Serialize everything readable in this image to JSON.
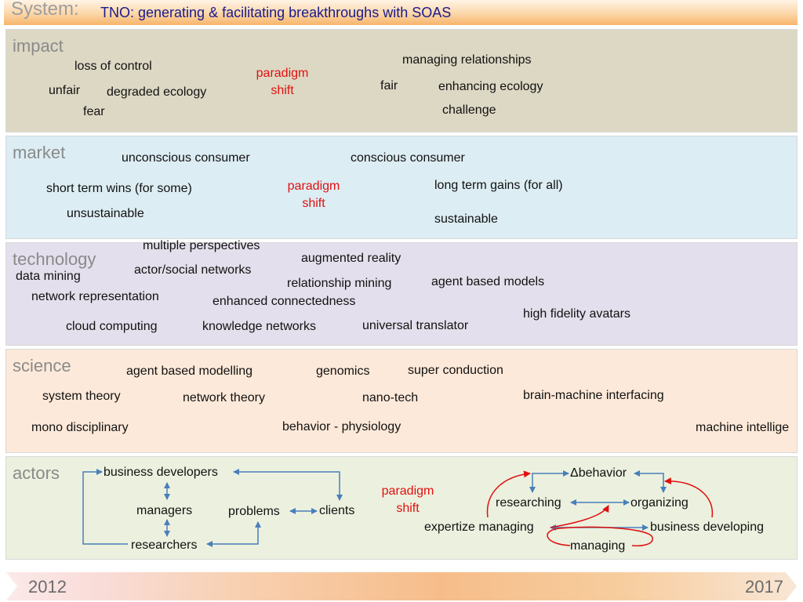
{
  "header": {
    "system_label": "System:",
    "title": "TNO: generating &  facilitating breakthroughs with SOAS"
  },
  "impact": {
    "label": "impact",
    "loss_of_control": "loss of control",
    "unfair": "unfair",
    "degraded_ecology": "degraded ecology",
    "fear": "fear",
    "paradigm": "paradigm",
    "shift": "shift",
    "managing_relationships": "managing relationships",
    "fair": "fair",
    "enhancing_ecology": "enhancing ecology",
    "challenge": "challenge"
  },
  "market": {
    "label": "market",
    "unconscious_consumer": "unconscious consumer",
    "conscious_consumer": "conscious consumer",
    "short_term_wins": "short term wins (for some)",
    "paradigm": "paradigm",
    "shift": "shift",
    "long_term_gains": "long term gains (for all)",
    "unsustainable": "unsustainable",
    "sustainable": "sustainable"
  },
  "technology": {
    "label": "technology",
    "multiple_perspectives": "multiple perspectives",
    "augmented_reality": "augmented reality",
    "data_mining": "data mining",
    "actor_social_networks": "actor/social networks",
    "relationship_mining": "relationship mining",
    "agent_based_models": "agent based models",
    "network_representation": "network representation",
    "enhanced_connectedness": "enhanced connectedness",
    "high_fidelity_avatars": "high fidelity avatars",
    "cloud_computing": "cloud computing",
    "knowledge_networks": "knowledge networks",
    "universal_translator": "universal translator"
  },
  "science": {
    "label": "science",
    "agent_based_modelling": "agent based modelling",
    "genomics": "genomics",
    "super_conduction": "super conduction",
    "system_theory": "system theory",
    "network_theory": "network theory",
    "nano_tech": "nano-tech",
    "brain_machine": "brain-machine interfacing",
    "mono_disciplinary": "mono disciplinary",
    "behavior_physiology": "behavior - physiology",
    "machine_intelligence": "machine intellige"
  },
  "actors": {
    "label": "actors",
    "business_developers": "business developers",
    "managers": "managers",
    "problems": "problems",
    "clients": "clients",
    "researchers": "researchers",
    "paradigm": "paradigm",
    "shift": "shift",
    "delta_behavior": "Δbehavior",
    "researching": "researching",
    "organizing": "organizing",
    "expertize_managing": "expertize managing",
    "business_developing": "business developing",
    "managing": "managing"
  },
  "timeline": {
    "start_year": "2012",
    "end_year": "2017"
  },
  "colors": {
    "impact_band": "#ddd8c4",
    "market_band": "#dcedf3",
    "technology_band": "#e4dfec",
    "science_band": "#fde9d9",
    "actors_band": "#ebf1de",
    "arrow_blue": "#4a7ebb",
    "arrow_red": "#e01010",
    "paradigm_red": "#e01010"
  }
}
